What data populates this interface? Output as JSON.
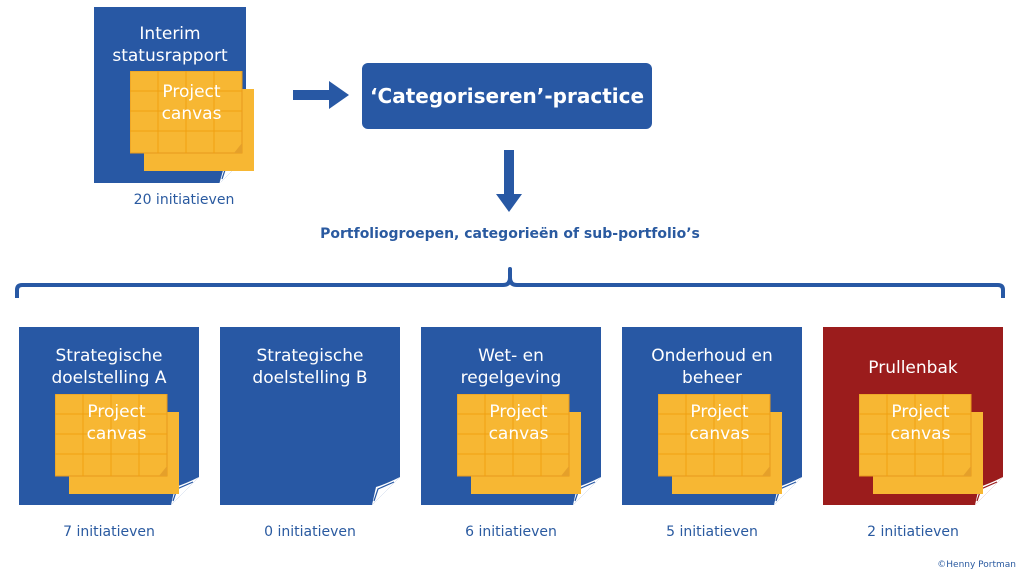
{
  "colors": {
    "blue": "#2858a4",
    "red": "#9b1c1c",
    "orange": "#f7b733",
    "text_blue": "#2a5aa0"
  },
  "top_doc": {
    "title_line1": "Interim",
    "title_line2": "statusrapport",
    "canvas_line1": "Project",
    "canvas_line2": "canvas",
    "count": "20 initiatieven"
  },
  "practice": {
    "label": "‘Categoriseren’-practice"
  },
  "group_label": "Portfoliogroepen, categorieën of sub-portfolio’s",
  "categories": [
    {
      "title_line1": "Strategische",
      "title_line2": "doelstelling A",
      "canvas_line1": "Project",
      "canvas_line2": "canvas",
      "count": "7 initiatieven"
    },
    {
      "title_line1": "Strategische",
      "title_line2": "doelstelling B",
      "canvas_line1": "",
      "canvas_line2": "",
      "count": "0 initiatieven"
    },
    {
      "title_line1": "Wet- en",
      "title_line2": "regelgeving",
      "canvas_line1": "Project",
      "canvas_line2": "canvas",
      "count": "6 initiatieven"
    },
    {
      "title_line1": "Onderhoud en",
      "title_line2": "beheer",
      "canvas_line1": "Project",
      "canvas_line2": "canvas",
      "count": "5 initiatieven"
    },
    {
      "title_line1": "Prullenbak",
      "title_line2": "",
      "canvas_line1": "Project",
      "canvas_line2": "canvas",
      "count": "2 initiatieven"
    }
  ],
  "credit": "©Henny Portman"
}
